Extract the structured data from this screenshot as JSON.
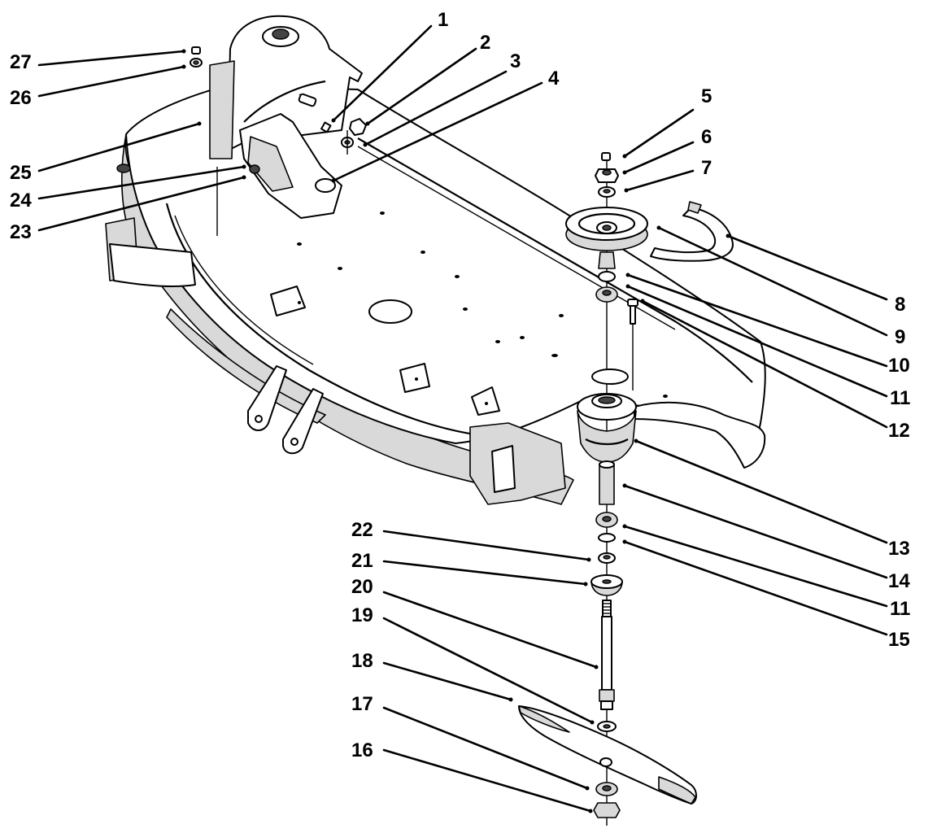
{
  "labels": {
    "l1": "1",
    "l2": "2",
    "l3": "3",
    "l4": "4",
    "l5": "5",
    "l6": "6",
    "l7": "7",
    "l8": "8",
    "l9": "9",
    "l10": "10",
    "l11a": "11",
    "l11b": "11",
    "l12": "12",
    "l13": "13",
    "l14": "14",
    "l15": "15",
    "l16": "16",
    "l17": "17",
    "l18": "18",
    "l19": "19",
    "l20": "20",
    "l21": "21",
    "l22": "22",
    "l23": "23",
    "l24": "24",
    "l25": "25",
    "l26": "26",
    "l27": "27"
  }
}
